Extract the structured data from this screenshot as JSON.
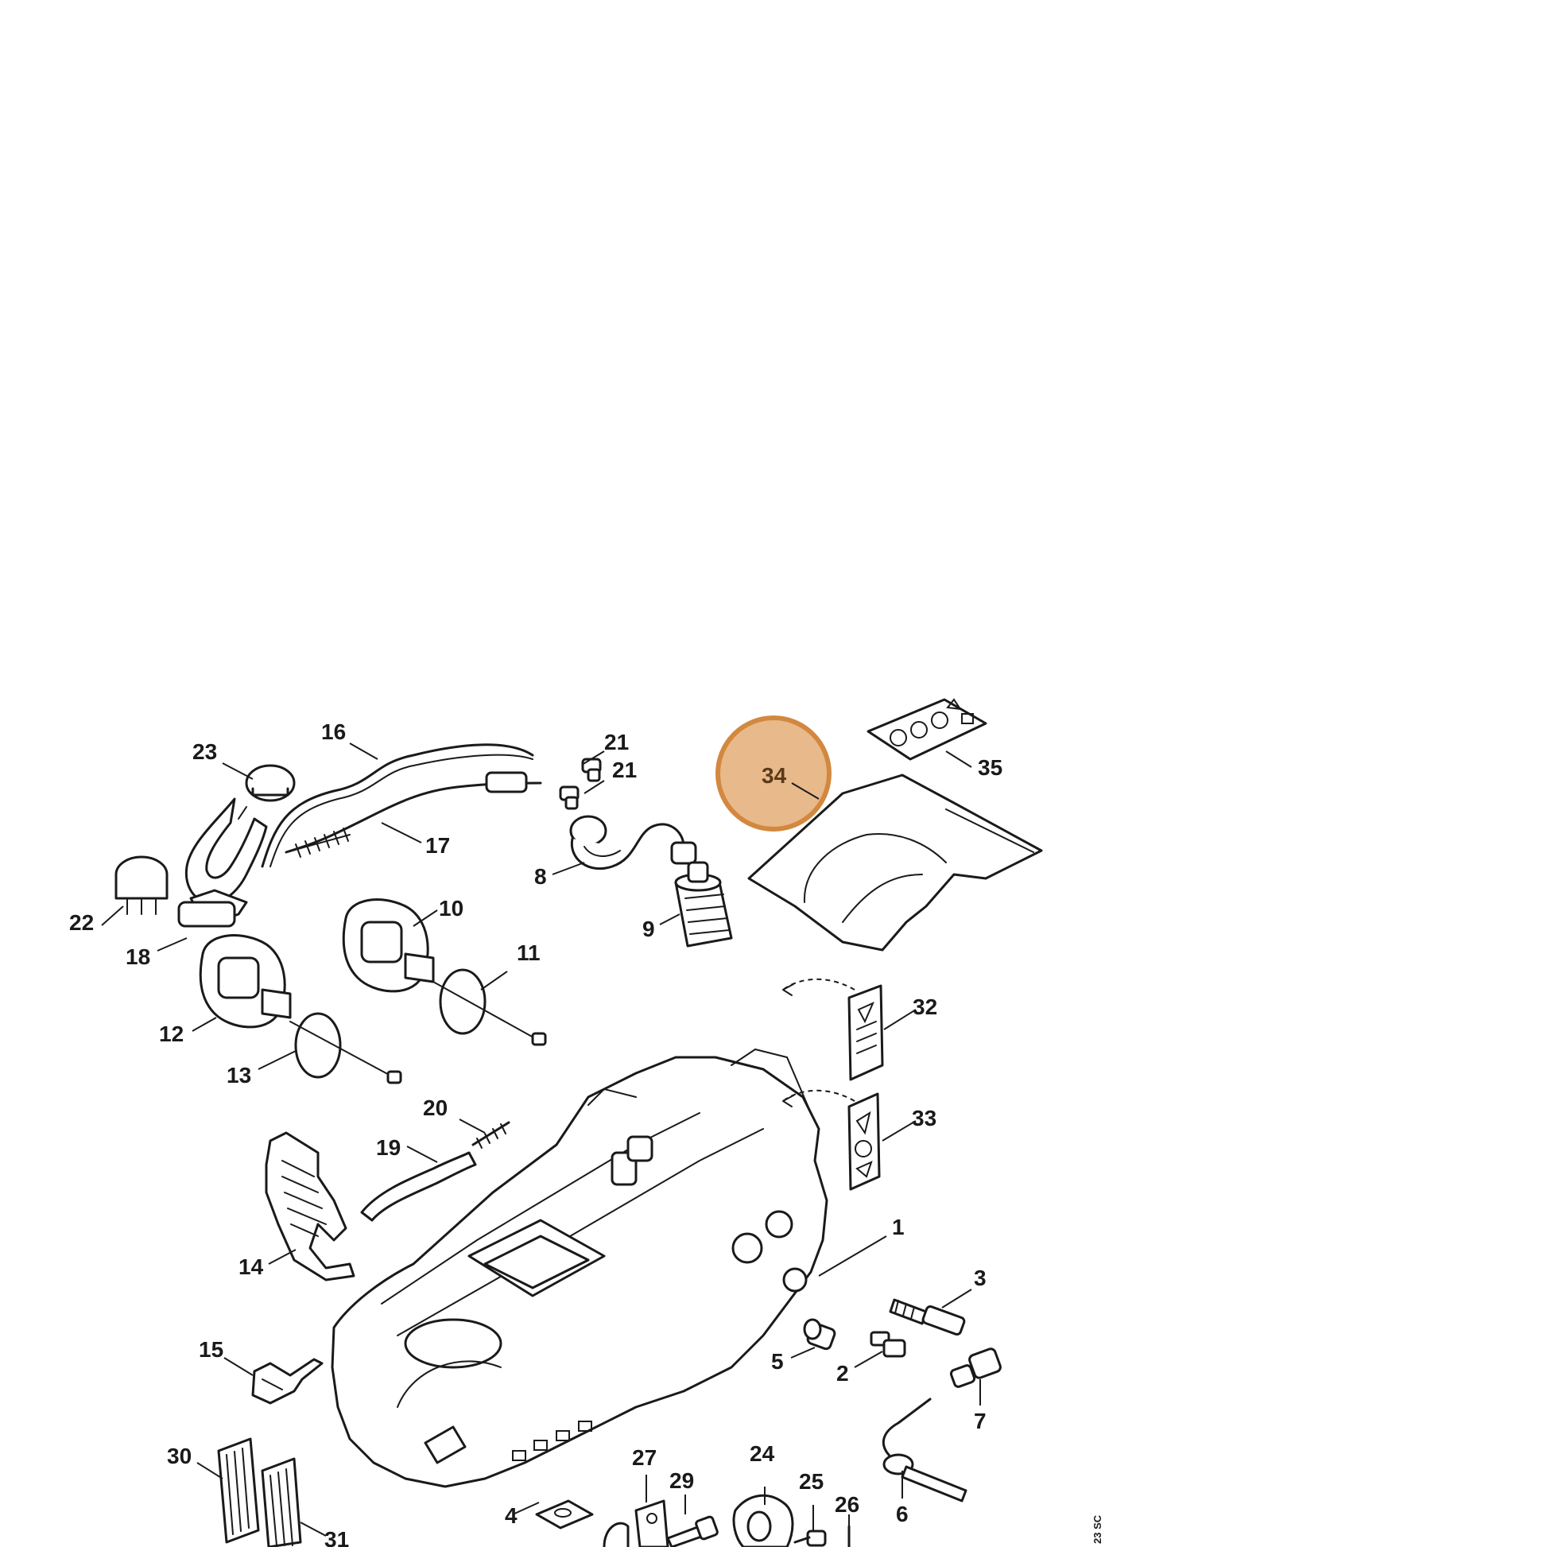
{
  "highlight": {
    "label": "34",
    "fill": "#e8b98a",
    "ring": "#d2883f"
  },
  "callouts": {
    "c1": "1",
    "c2": "2",
    "c3": "3",
    "c4": "4",
    "c5": "5",
    "c6": "6",
    "c7": "7",
    "c8": "8",
    "c9": "9",
    "c10": "10",
    "c11": "11",
    "c12": "12",
    "c13": "13",
    "c14": "14",
    "c15": "15",
    "c16": "16",
    "c17": "17",
    "c18": "18",
    "c19": "19",
    "c20": "20",
    "c21a": "21",
    "c21b": "21",
    "c22": "22",
    "c23": "23",
    "c24": "24",
    "c25": "25",
    "c26": "26",
    "c27": "27",
    "c29": "29",
    "c30": "30",
    "c31": "31",
    "c32": "32",
    "c33": "33",
    "c35": "35"
  },
  "drawing_code": "23 SC"
}
